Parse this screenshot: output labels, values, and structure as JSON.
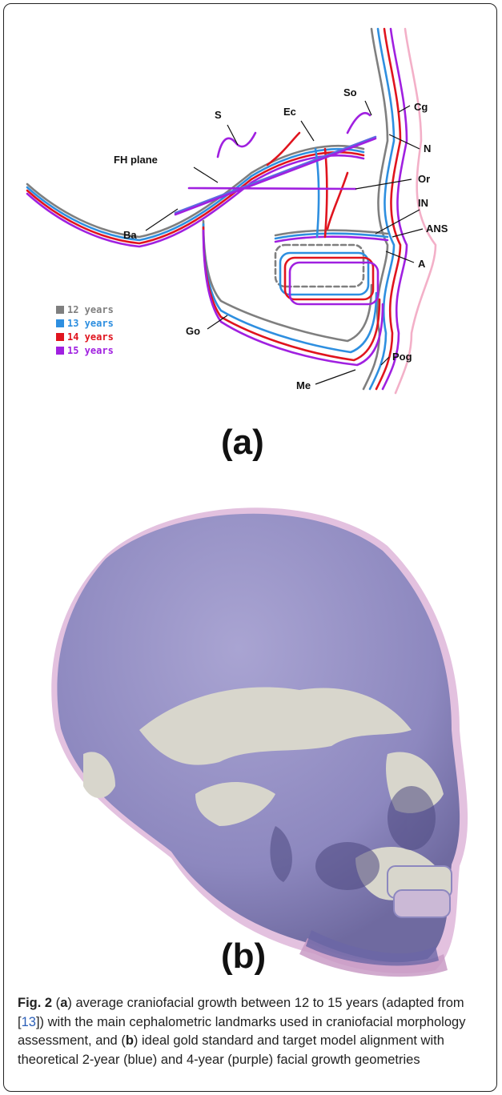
{
  "panel_a": {
    "label": "(a)",
    "landmarks": {
      "S": "S",
      "Ec": "Ec",
      "So": "So",
      "Cg": "Cg",
      "N": "N",
      "FH": "FH plane",
      "Or": "Or",
      "IN": "IN",
      "ANS": "ANS",
      "A": "A",
      "Ba": "Ba",
      "Go": "Go",
      "Pog": "Pog",
      "Me": "Me"
    },
    "legend": [
      {
        "label": "12 years",
        "color": "#7f7f7f"
      },
      {
        "label": "13 years",
        "color": "#2e8fe0"
      },
      {
        "label": "14 years",
        "color": "#e0141e"
      },
      {
        "label": "15 years",
        "color": "#a020e0"
      }
    ]
  },
  "panel_b": {
    "label": "(b)"
  },
  "caption": {
    "fig": "Fig. 2",
    "p1": " (",
    "a": "a",
    "p2": ") average craniofacial growth between 12 to 15 years (adapted from [",
    "ref": "13",
    "p3": "]) with the main cephalometric landmarks used in craniofacial morphology assessment, and (",
    "b": "b",
    "p4": ") ideal gold standard and target model alignment with theoretical 2-year (blue) and 4-year (purple) facial growth geometries"
  }
}
